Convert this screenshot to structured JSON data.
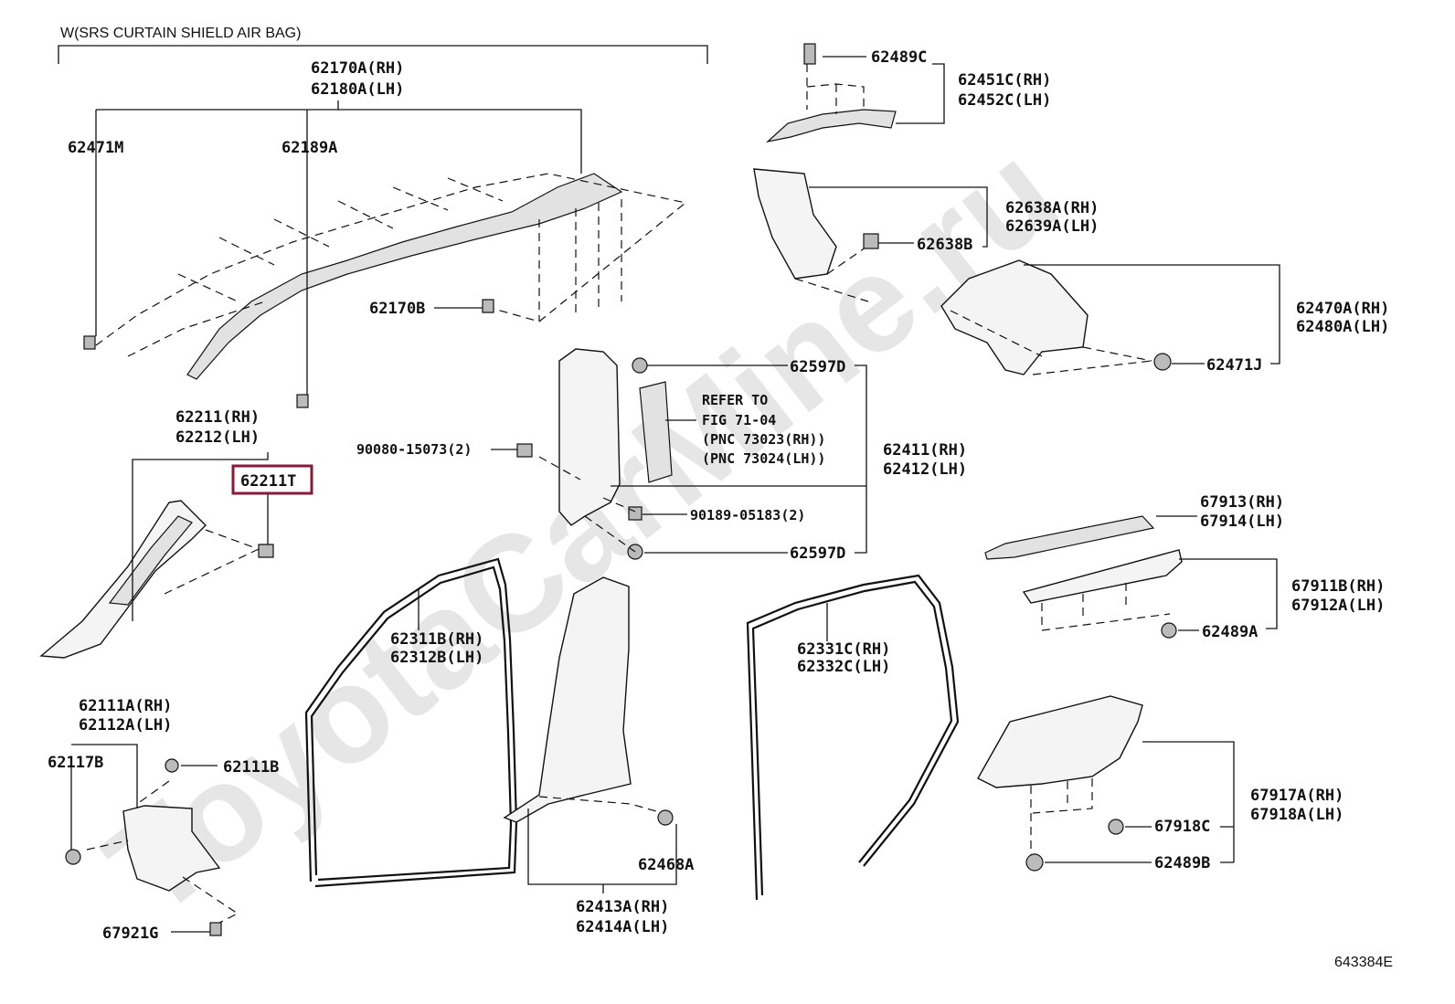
{
  "diagram": {
    "header": "W(SRS CURTAIN SHIELD AIR BAG)",
    "watermark": "ToyotaCarMine.ru",
    "figure_code": "643384E",
    "highlight_color": "#8b1a3a",
    "labels": {
      "p62170A": "62170A(RH)",
      "p62180A": "62180A(LH)",
      "p62471M": "62471M",
      "p62189A": "62189A",
      "p62170B": "62170B",
      "p62489C": "62489C",
      "p62451C": "62451C(RH)",
      "p62452C": "62452C(LH)",
      "p62638A": "62638A(RH)",
      "p62639A": "62639A(LH)",
      "p62638B": "62638B",
      "p62470A": "62470A(RH)",
      "p62480A": "62480A(LH)",
      "p62471J": "62471J",
      "p62597D_top": "62597D",
      "refer1": "REFER TO",
      "refer2": "FIG 71-04",
      "refer3": "(PNC 73023(RH))",
      "refer4": "(PNC 73024(LH))",
      "p62411": "62411(RH)",
      "p62412": "62412(LH)",
      "p90080": "90080-15073(2)",
      "p90189": "90189-05183(2)",
      "p62597D_bot": "62597D",
      "p62211": "62211(RH)",
      "p62212": "62212(LH)",
      "p62211T": "62211T",
      "p67913": "67913(RH)",
      "p67914": "67914(LH)",
      "p67911B": "67911B(RH)",
      "p67912A": "67912A(LH)",
      "p62489A": "62489A",
      "p62311B": "62311B(RH)",
      "p62312B": "62312B(LH)",
      "p62331C": "62331C(RH)",
      "p62332C": "62332C(LH)",
      "p62111A": "62111A(RH)",
      "p62112A": "62112A(LH)",
      "p62117B": "62117B",
      "p62111B": "62111B",
      "p67921G": "67921G",
      "p62468A": "62468A",
      "p62413A": "62413A(RH)",
      "p62414A": "62414A(LH)",
      "p67917A": "67917A(RH)",
      "p67918A": "67918A(LH)",
      "p67918C": "67918C",
      "p62489B": "62489B"
    }
  }
}
